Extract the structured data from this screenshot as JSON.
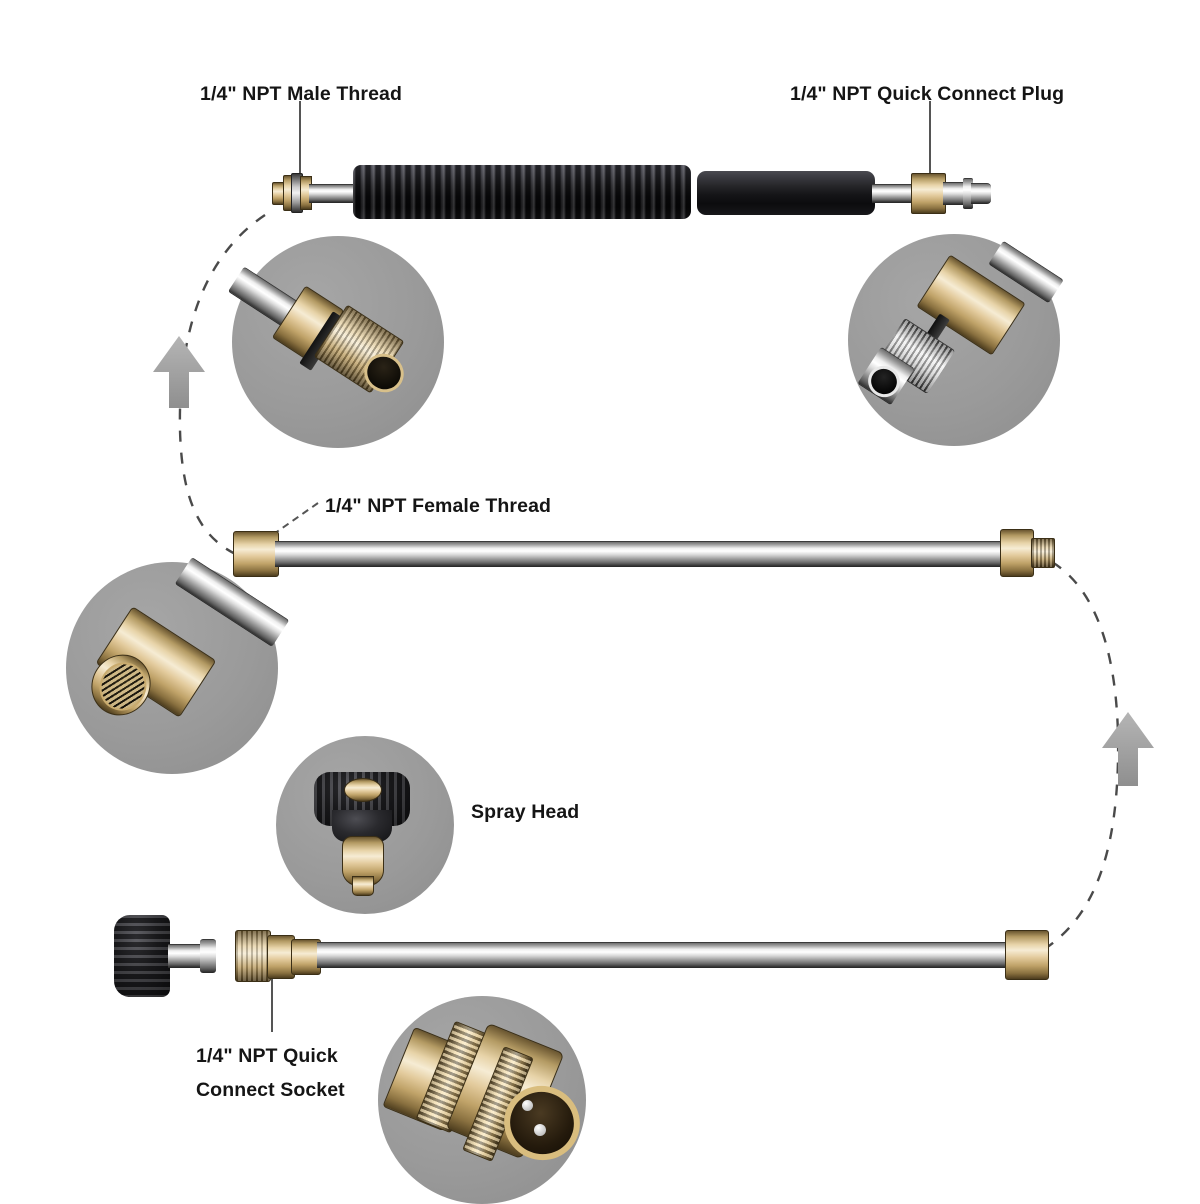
{
  "diagram": {
    "title": "Pressure Washer Extension Wand Connection Diagram",
    "background_color": "#ffffff",
    "label_color": "#151515",
    "detail_circle_color": "#9a9a9a",
    "brass_color": "#e3cb9d",
    "chrome_color": "#dcdcdc",
    "black_grip_color": "#121214",
    "arrow_color": "#9e9e9e",
    "dash_color": "#4a4a4a"
  },
  "labels": [
    {
      "id": "male-thread",
      "text": "1/4\" NPT Male Thread"
    },
    {
      "id": "quick-plug",
      "text": "1/4\" NPT Quick Connect Plug"
    },
    {
      "id": "female-thread",
      "text": "1/4\" NPT Female Thread"
    },
    {
      "id": "spray-head",
      "text": "Spray Head"
    },
    {
      "id": "socket-line1",
      "text": "1/4\" NPT Quick"
    },
    {
      "id": "socket-line2",
      "text": "Connect Socket"
    }
  ],
  "assemblies": [
    {
      "id": "top-wand",
      "name": "Pressure washer gun wand with grips",
      "left_fitting": "1/4\" NPT Male Thread",
      "right_fitting": "1/4\" NPT Quick Connect Plug"
    },
    {
      "id": "middle-wand",
      "name": "Stainless extension lance",
      "left_fitting": "1/4\" NPT Female Thread",
      "right_fitting": "1/4\" NPT Male Thread"
    },
    {
      "id": "bottom-wand",
      "name": "Spray head with quick connect socket and lance",
      "left_fitting": "Spray Head",
      "right_fitting": "1/4\" NPT Quick Connect Socket"
    }
  ],
  "detail_circles": [
    {
      "id": "detail-male-thread",
      "shows": "1/4\" NPT Male Thread"
    },
    {
      "id": "detail-quick-plug",
      "shows": "1/4\" NPT Quick Connect Plug"
    },
    {
      "id": "detail-female-thread",
      "shows": "1/4\" NPT Female Thread"
    },
    {
      "id": "detail-spray-head",
      "shows": "Spray Head"
    },
    {
      "id": "detail-socket",
      "shows": "1/4\" NPT Quick Connect Socket"
    }
  ],
  "flow_arrows": [
    {
      "id": "flow-arrow-left",
      "direction": "up"
    },
    {
      "id": "flow-arrow-right",
      "direction": "up"
    }
  ]
}
